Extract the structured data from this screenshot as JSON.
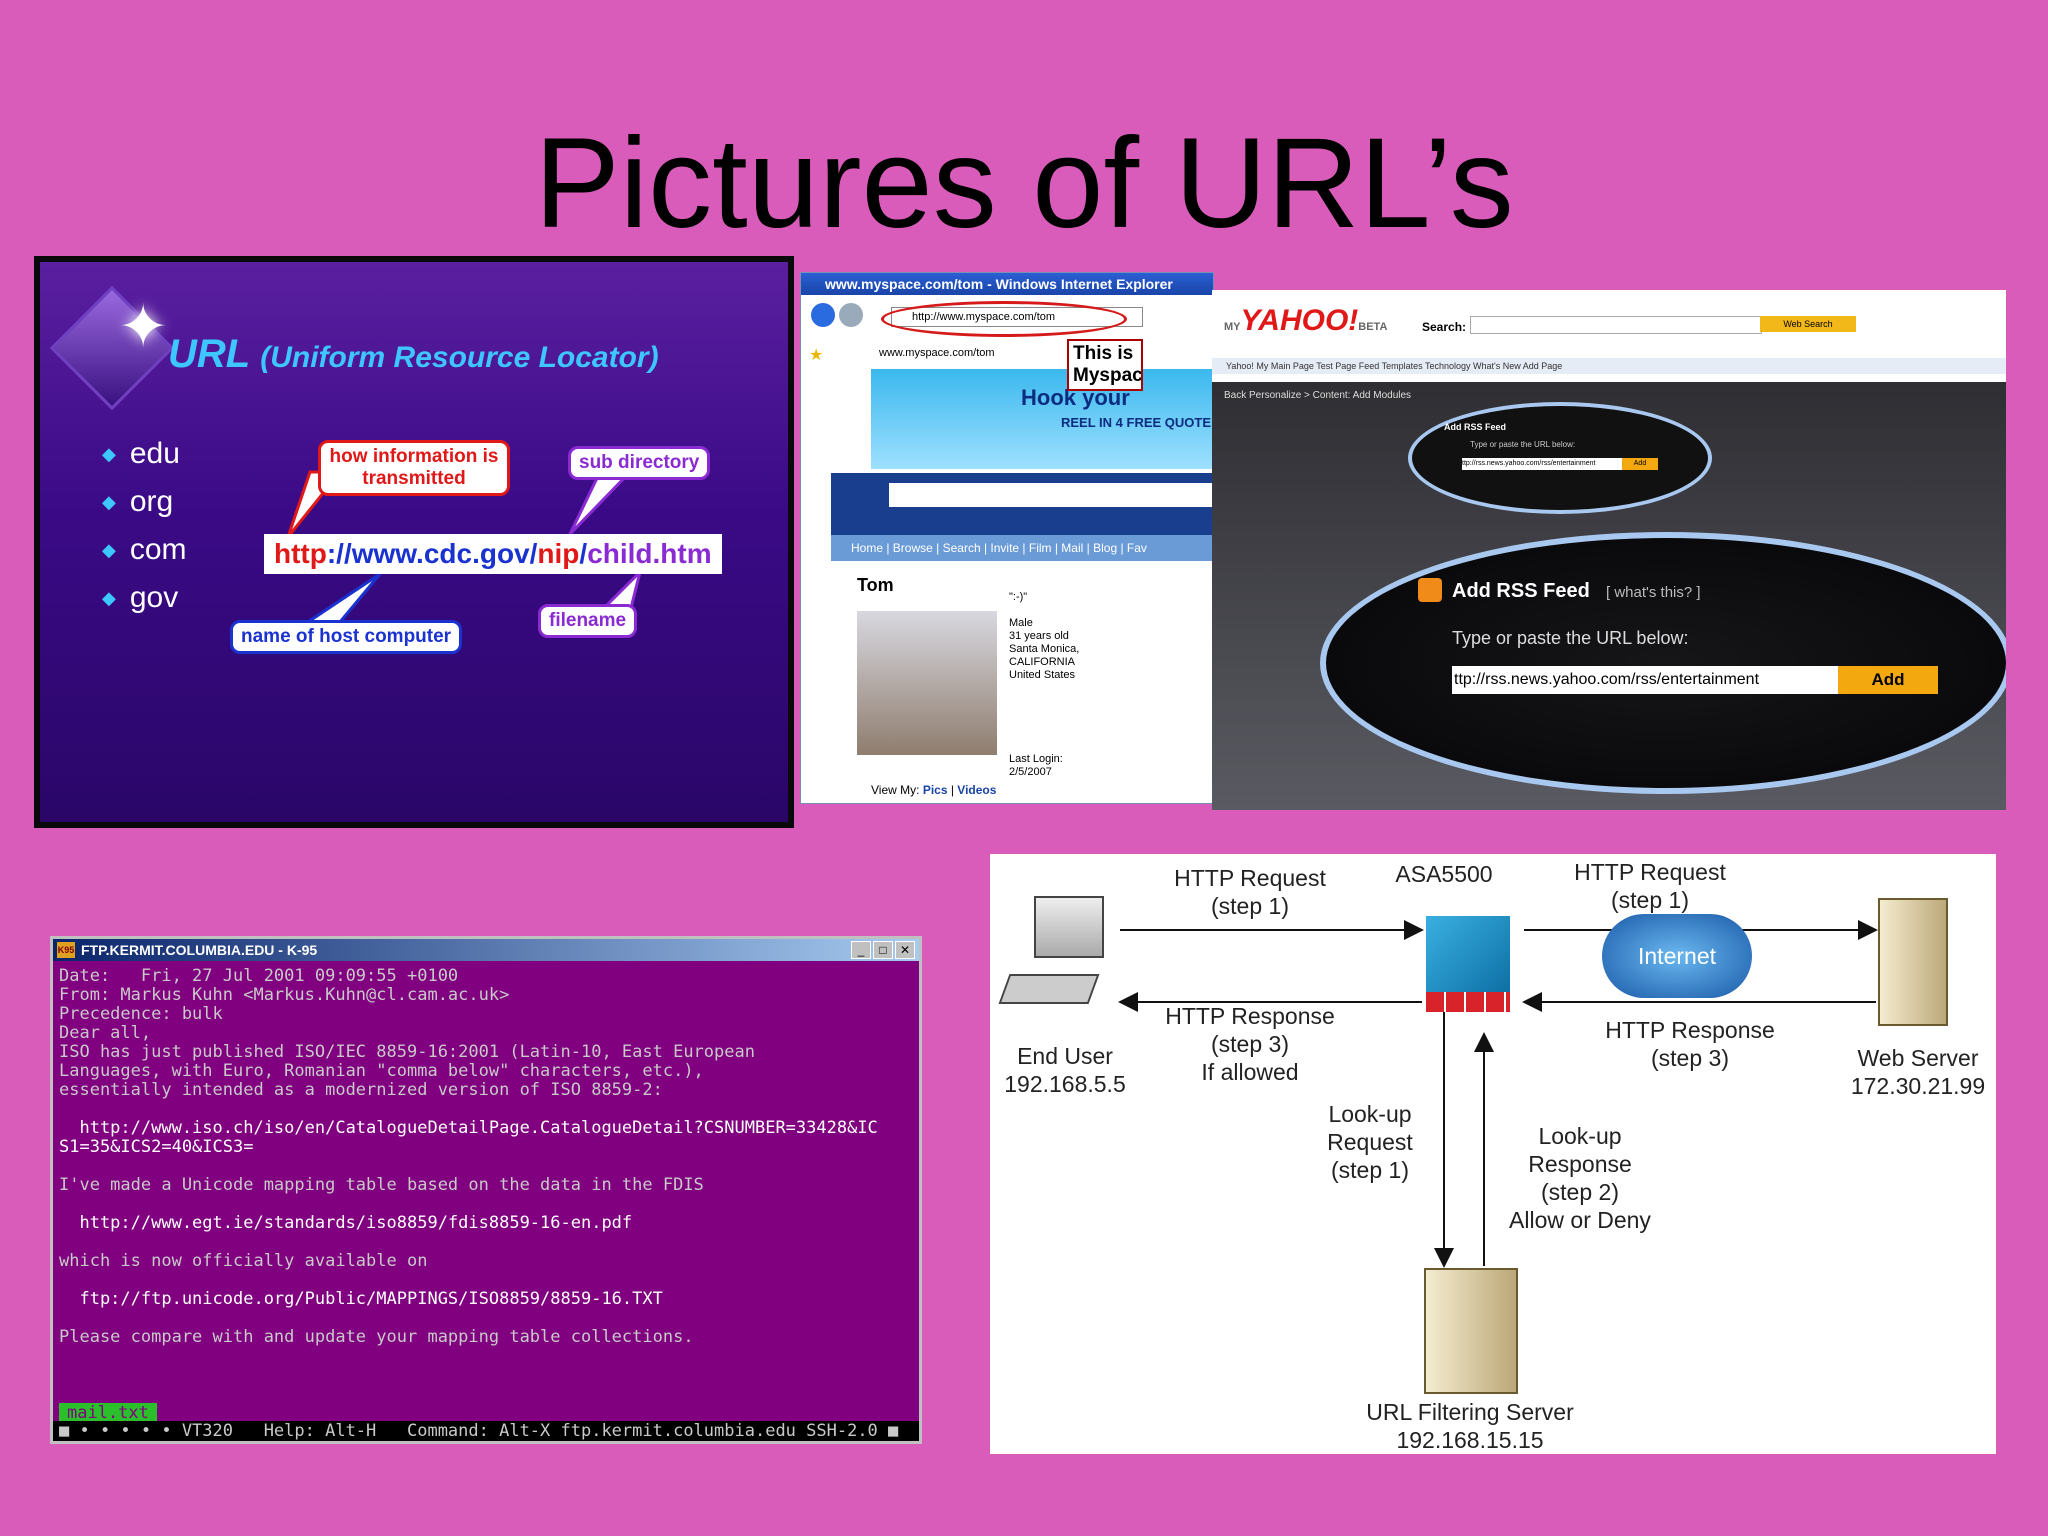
{
  "title": "Pictures of URL’s",
  "url_slide": {
    "heading": "URL",
    "heading_sub": "(Uniform Resource Locator)",
    "bullets": [
      "edu",
      "org",
      "com",
      "gov"
    ],
    "url_parts": {
      "scheme": "http",
      "sep": "://www.cdc.gov/",
      "dir": "nip",
      "slash": "/",
      "file": "child.htm"
    },
    "callouts": {
      "how": "how information is transmitted",
      "subdir": "sub directory",
      "host": "name of host computer",
      "filename": "filename"
    }
  },
  "myspace": {
    "window_title": "www.myspace.com/tom - Windows Internet Explorer",
    "address": "http://www.myspace.com/tom",
    "tab": "www.myspace.com/tom",
    "banner": "Hook your",
    "banner_sub": "REEL IN 4 FREE QUOTE",
    "nav": "Home | Browse | Search | Invite | Film | Mail | Blog | Fav",
    "name": "Tom",
    "mood": "\":-)\"",
    "info": [
      "Male",
      "31 years old",
      "Santa Monica,",
      "CALIFORNIA",
      "United States"
    ],
    "login_label": "Last Login:",
    "login_date": "2/5/2007",
    "view_my_label": "View My:",
    "view_my_pics": "Pics",
    "view_my_sep": " | ",
    "view_my_videos": "Videos",
    "overlay": "This is Myspac"
  },
  "yahoo": {
    "logo": "YAHOO!",
    "logo_prefix": "MY",
    "logo_beta": "BETA",
    "search_label": "Search:",
    "search_button": "Web Search",
    "nav": "Yahoo!   My Main Page   Test Page   Feed Templates   Technology   What's New   Add Page",
    "breadcrumb": "Back   Personalize > Content: Add Modules",
    "rss_title": "Add RSS Feed",
    "rss_what": "[ what's this? ]",
    "rss_label": "Type or paste the URL below:",
    "rss_url": "ttp://rss.news.yahoo.com/rss/entertainment",
    "rss_add": "Add"
  },
  "terminal": {
    "title": "FTP.KERMIT.COLUMBIA.EDU - K-95",
    "lines": [
      "Date:   Fri, 27 Jul 2001 09:09:55 +0100",
      "From: Markus Kuhn <Markus.Kuhn@cl.cam.ac.uk>",
      "Precedence: bulk",
      "",
      "Dear all,",
      "",
      "ISO has just published ISO/IEC 8859-16:2001 (Latin-10, East European",
      "Languages, with Euro, Romanian \"comma below\" characters, etc.),",
      "essentially intended as a modernized version of ISO 8859-2:"
    ],
    "link1a": "  http://www.iso.ch/iso/en/CatalogueDetailPage.CatalogueDetail?CSNUMBER=33428&IC",
    "link1b": "S1=35&ICS2=40&ICS3=",
    "line_unicode": "I've made a Unicode mapping table based on the data in the FDIS",
    "link2": "  http://www.egt.ie/standards/iso8859/fdis8859-16-en.pdf",
    "line_avail": "which is now officially available on",
    "link3": "  ftp://ftp.unicode.org/Public/MAPPINGS/ISO8859/8859-16.TXT",
    "line_compare": "Please compare with and update your mapping table collections.",
    "file": "mail.txt",
    "status": "■ • • • • • VT320   Help: Alt-H   Command: Alt-X ftp.kermit.columbia.edu SSH-2.0 ■"
  },
  "diagram": {
    "end_user": "End User",
    "end_user_ip": "192.168.5.5",
    "asa": "ASA5500",
    "internet": "Internet",
    "web_server": "Web Server",
    "web_server_ip": "172.30.21.99",
    "req1_a": "HTTP Request",
    "req1_b": "(step 1)",
    "req2_a": "HTTP Request",
    "req2_b": "(step 1)",
    "resp1_a": "HTTP Response",
    "resp1_b": "(step 3)",
    "resp1_c": "If allowed",
    "resp2_a": "HTTP Response",
    "resp2_b": "(step 3)",
    "lookup_req_a": "Look-up",
    "lookup_req_b": "Request",
    "lookup_req_c": "(step 1)",
    "lookup_resp_a": "Look-up",
    "lookup_resp_b": "Response",
    "lookup_resp_c": "(step 2)",
    "lookup_resp_d": "Allow or Deny",
    "filter_server": "URL Filtering Server",
    "filter_server_ip": "192.168.15.15"
  }
}
